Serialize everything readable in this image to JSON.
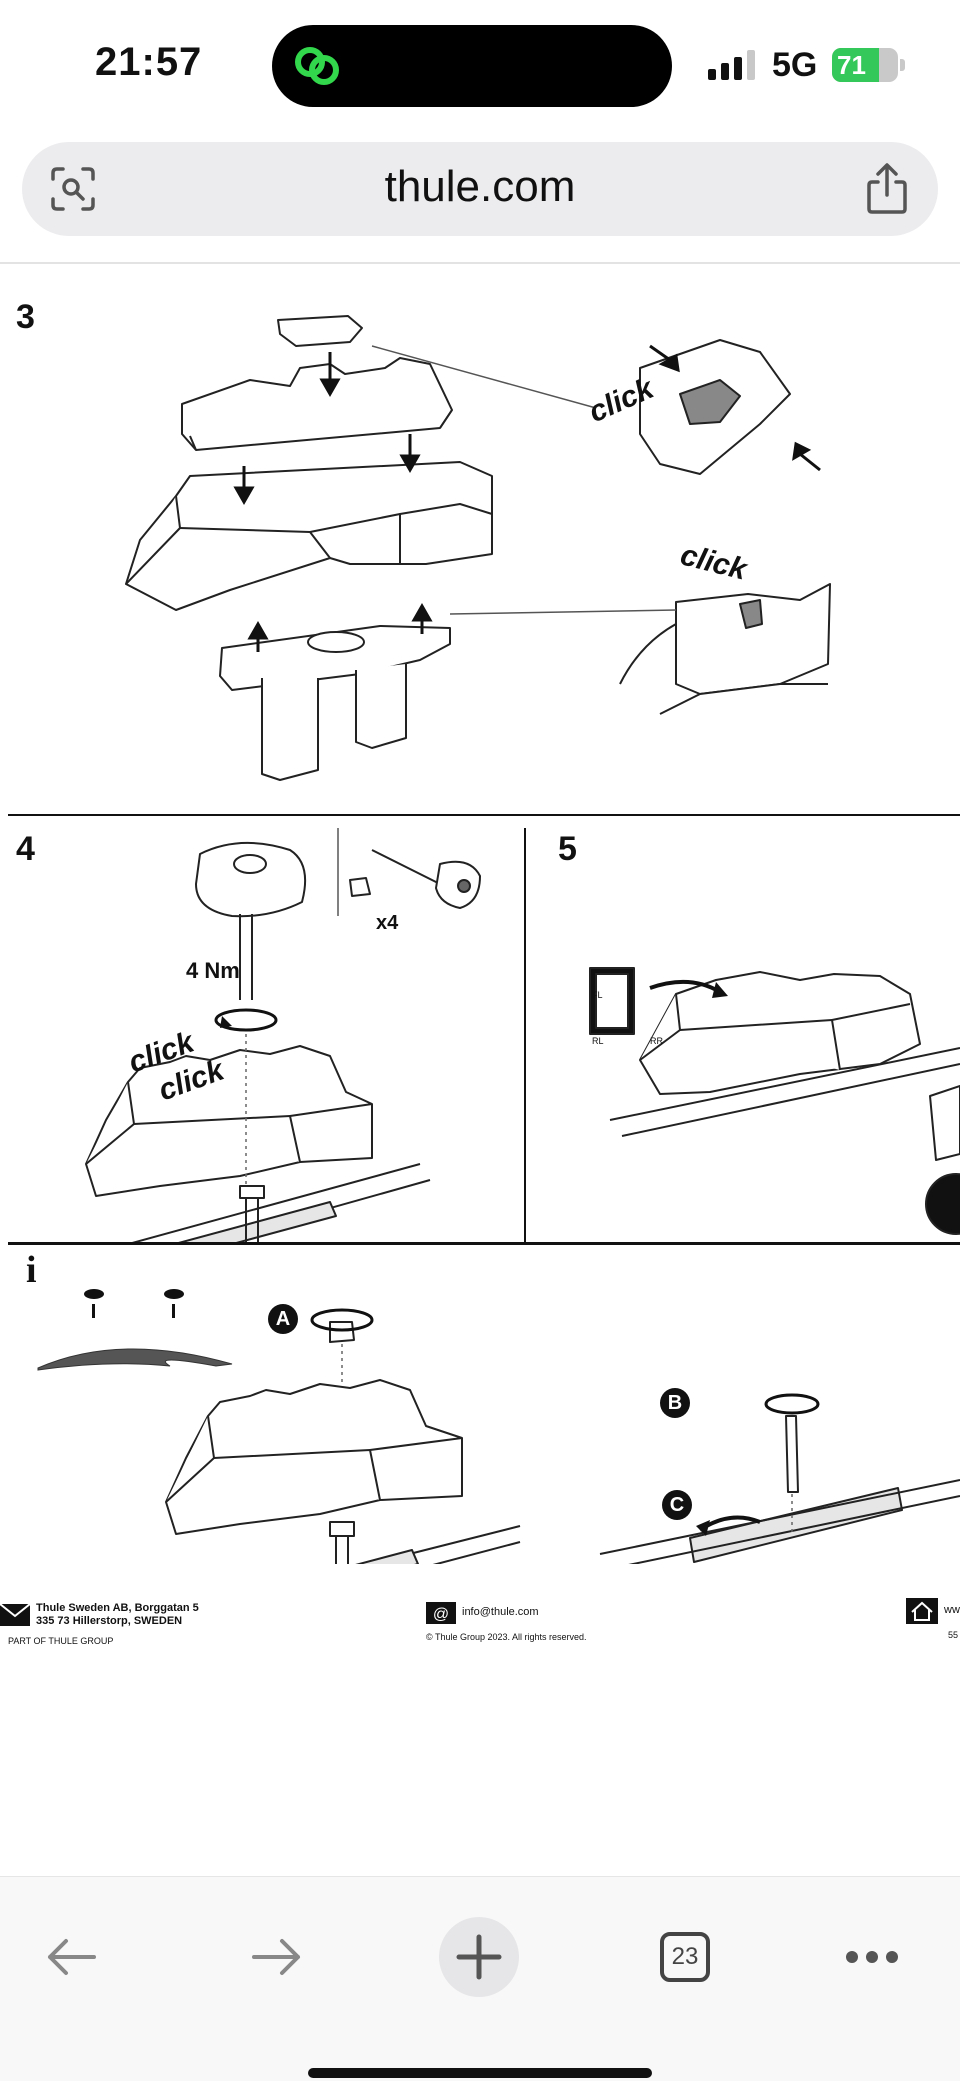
{
  "status_bar": {
    "time": "21:57",
    "network": "5G",
    "battery_level": "71",
    "battery_percent": 71,
    "battery_color": "#34c759",
    "island_app_icon": "link-icon",
    "island_icon_color": "#32d74b"
  },
  "browser": {
    "url": "thule.com",
    "left_icon": "visual-lookup-icon",
    "right_icon": "share-icon",
    "tab_count": "23",
    "toolbar_icons": [
      "back-arrow-icon",
      "forward-arrow-icon",
      "plus-icon",
      "tab-count-icon",
      "more-icon"
    ]
  },
  "document": {
    "steps": {
      "step3": "3",
      "step4": "4",
      "step5": "5"
    },
    "click_label": "click",
    "torque": "4 Nm",
    "quantity": "x4",
    "info_symbol": "i",
    "letters": {
      "a": "A",
      "b": "B",
      "c": "C"
    },
    "position_labels": {
      "fl": "FL",
      "rl": "RL",
      "rr": "RR"
    },
    "footer": {
      "address_line1": "Thule Sweden AB, Borggatan 5",
      "address_line2": "335 73 Hillerstorp, SWEDEN",
      "group": "PART OF THULE GROUP",
      "email": "info@thule.com",
      "copyright": "© Thule Group 2023. All rights reserved.",
      "web_partial": "ww",
      "page_partial": "55"
    }
  }
}
